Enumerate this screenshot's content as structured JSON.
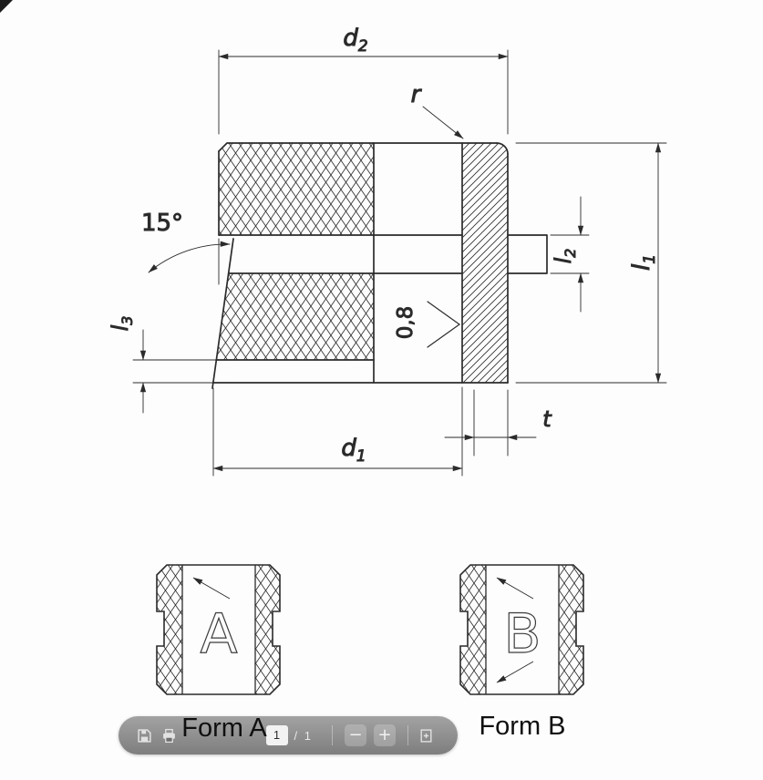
{
  "drawing": {
    "labels": {
      "d2": {
        "main": "d",
        "sub": "2"
      },
      "d1": {
        "main": "d",
        "sub": "1"
      },
      "l1": {
        "main": "l",
        "sub": "1"
      },
      "l2": {
        "main": "l",
        "sub": "2"
      },
      "l3": {
        "main": "l",
        "sub": "3"
      },
      "r": "r",
      "t": "t",
      "angle": "15°",
      "roughness": "0,8"
    },
    "views": {
      "form_a": {
        "letter": "A",
        "caption": "Form A"
      },
      "form_b": {
        "letter": "B",
        "caption": "Form B"
      }
    },
    "colors": {
      "line": "#2b2b2b"
    }
  },
  "toolbar": {
    "page_current": "1",
    "page_separator": "/",
    "page_total": "1",
    "zoom_out_label": "−",
    "zoom_in_label": "+",
    "icons": [
      "save-icon",
      "print-icon",
      "fit-page-icon"
    ]
  }
}
